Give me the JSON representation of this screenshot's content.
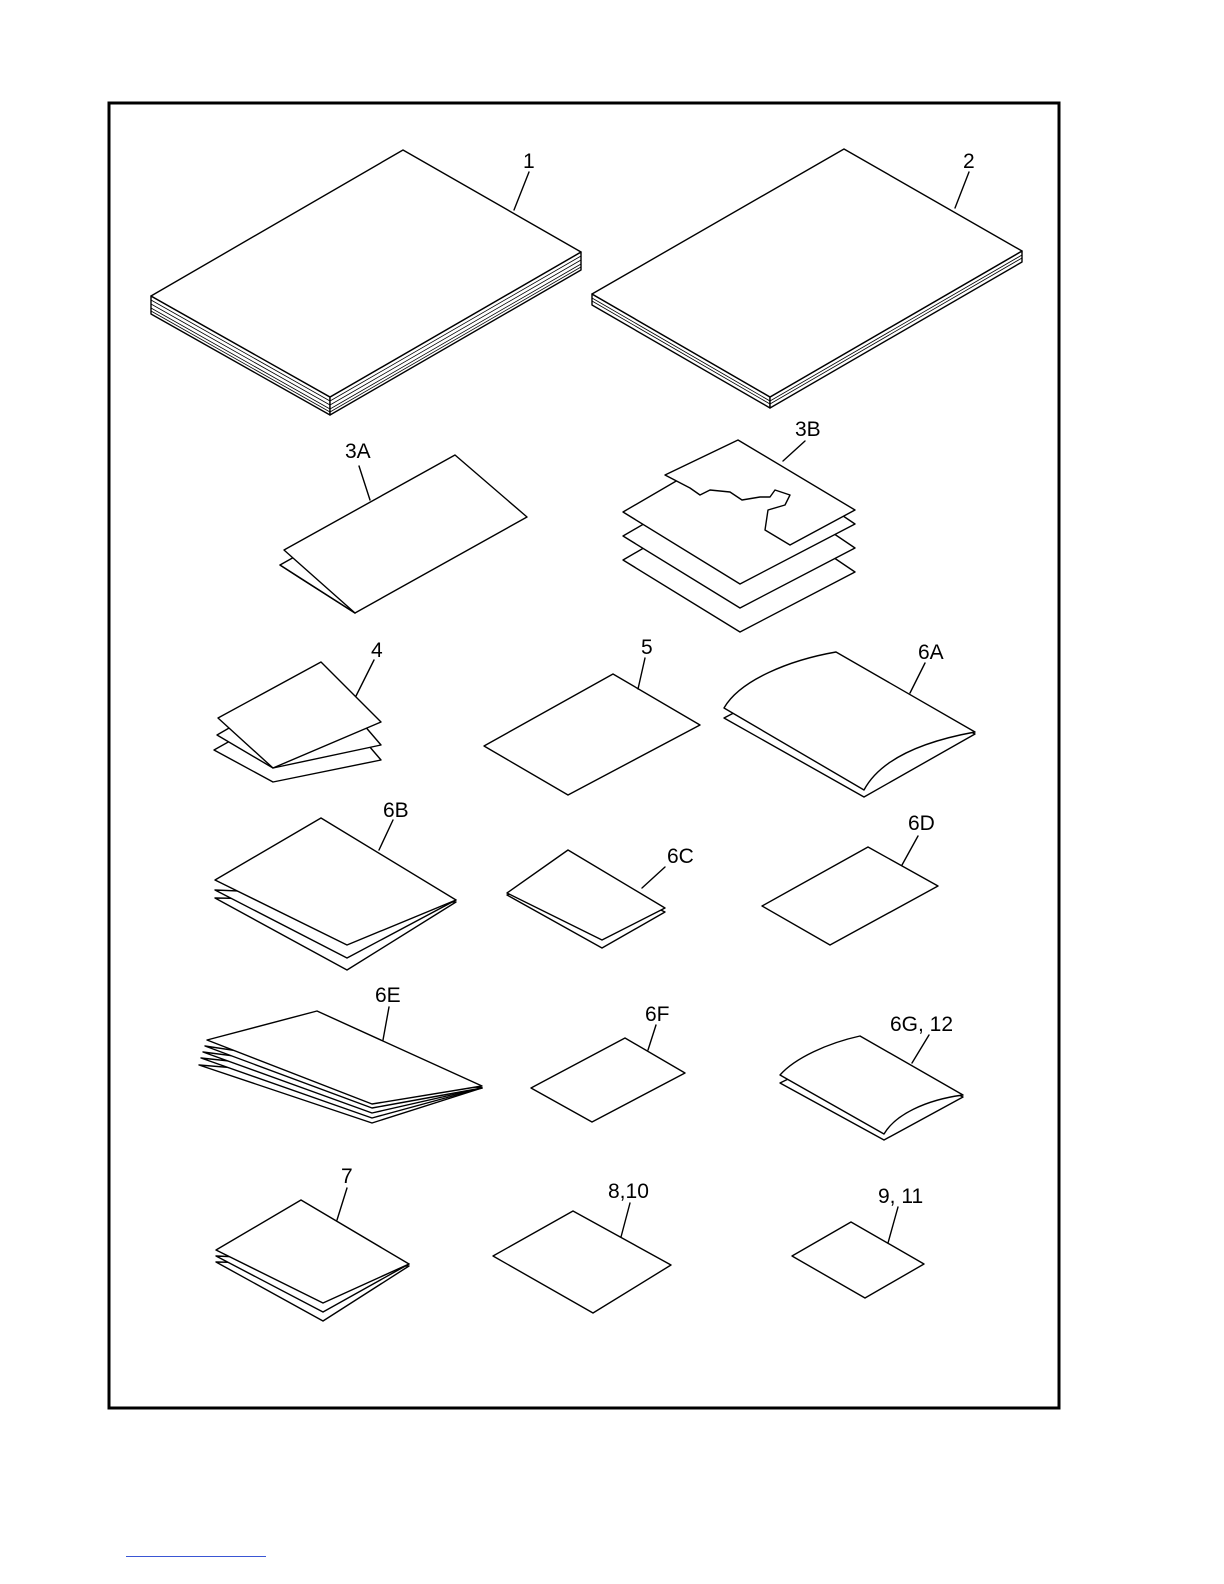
{
  "callouts": {
    "item_1": "1",
    "item_2": "2",
    "item_3a": "3A",
    "item_3b": "3B",
    "item_4": "4",
    "item_5": "5",
    "item_6a": "6A",
    "item_6b": "6B",
    "item_6c": "6C",
    "item_6d": "6D",
    "item_6e": "6E",
    "item_6f": "6F",
    "item_6g_12": "6G, 12",
    "item_7": "7",
    "item_8_10": "8,10",
    "item_9_11": "9, 11"
  },
  "colors": {
    "line": "#000000",
    "background": "#ffffff",
    "footer_link": "#3a56d4"
  }
}
